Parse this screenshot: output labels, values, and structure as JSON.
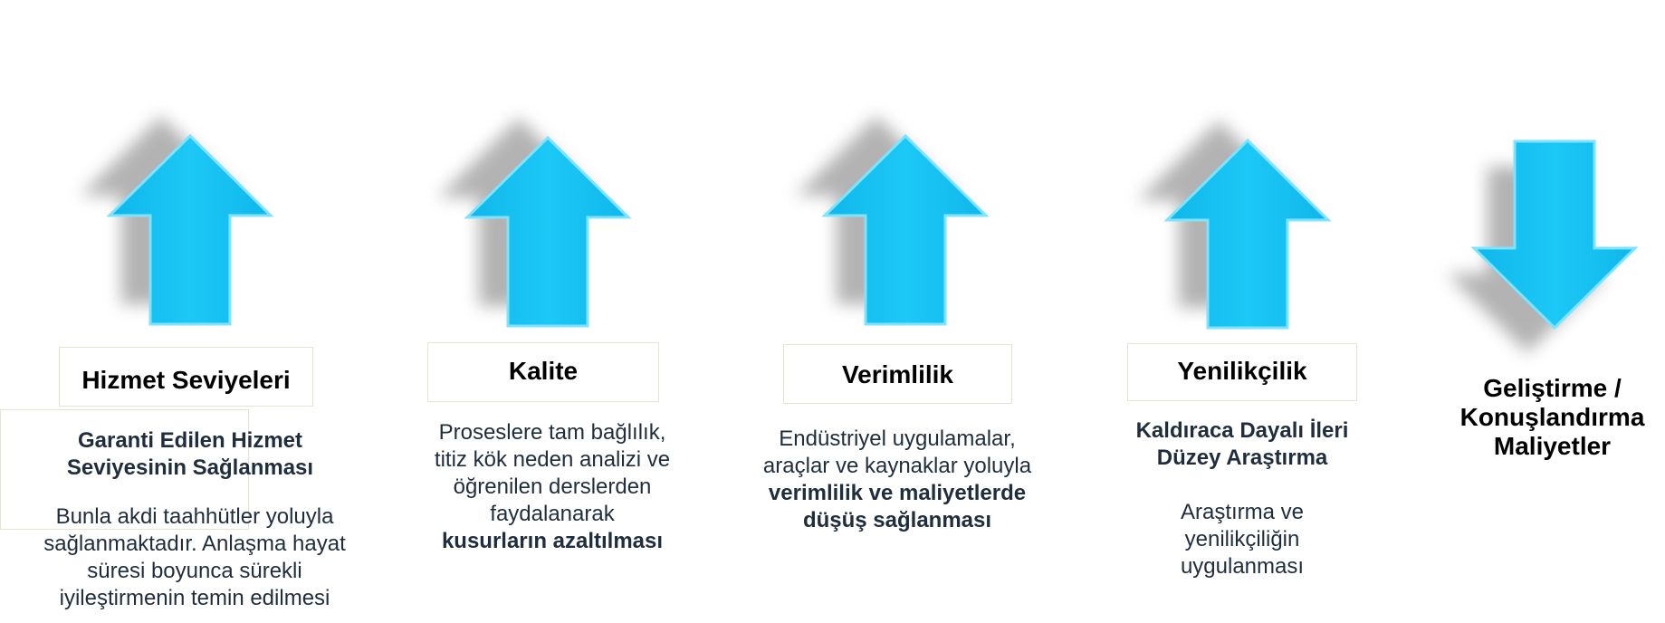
{
  "colors": {
    "arrow_fill": "#17c3f3",
    "arrow_edge": "#7fe3ff",
    "shadow": "#9a9a9a",
    "box_border": "#e6e3d3",
    "text_dark": "#1f2d3d"
  },
  "items": [
    {
      "direction": "up",
      "heading": "Hizmet Seviyeleri",
      "sub_lines": [
        "Garanti Edilen Hizmet",
        "Seviyesinin Sağlanması"
      ],
      "desc_lines": [
        "Bunla akdi taahhütler yoluyla",
        "sağlanmaktadır.  Anlaşma hayat",
        "süresi boyunca sürekli",
        "iyileştirmenin temin edilmesi"
      ]
    },
    {
      "direction": "up",
      "heading": "Kalite",
      "desc_lines": [
        "Proseslere tam bağlılık,",
        "titiz kök neden analizi ve",
        "öğrenilen derslerden",
        "faydalanarak"
      ],
      "desc_bold_lines": [
        "kusurların azaltılması"
      ]
    },
    {
      "direction": "up",
      "heading": "Verimlilik",
      "desc_lines": [
        "Endüstriyel uygulamalar,",
        "araçlar ve kaynaklar yoluyla"
      ],
      "desc_bold_lines": [
        "verimlilik ve maliyetlerde",
        "düşüş sağlanması"
      ]
    },
    {
      "direction": "up",
      "heading": "Yenilikçilik",
      "sub_lines": [
        "Kaldıraca Dayalı İleri",
        "Düzey Araştırma"
      ],
      "desc_lines": [
        "Araştırma ve",
        "yenilikçiliğin",
        "uygulanması"
      ]
    },
    {
      "direction": "down",
      "heading_lines": [
        "Geliştirme /",
        "Konuşlandırma",
        "Maliyetler"
      ]
    }
  ]
}
